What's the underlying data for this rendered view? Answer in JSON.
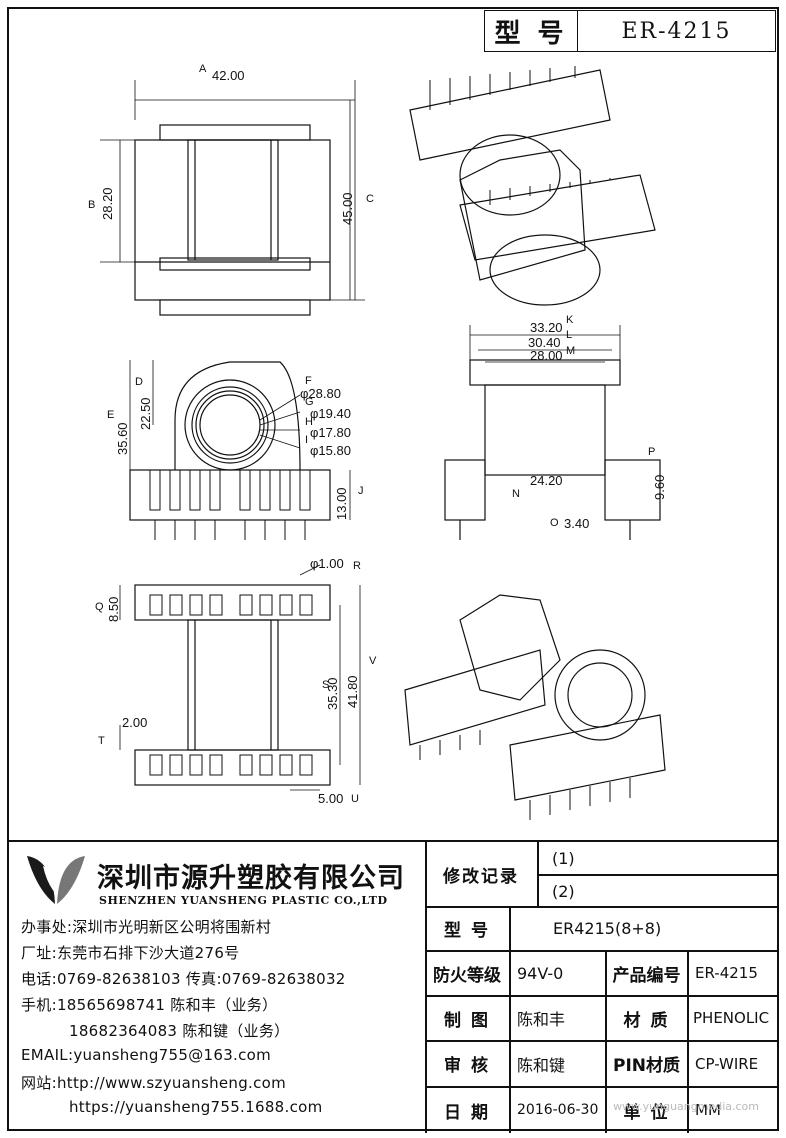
{
  "title_block": {
    "label": "型 号",
    "model": "ER-4215"
  },
  "dimensions": {
    "A": {
      "circle": "A",
      "value": "42.00"
    },
    "B": {
      "circle": "B",
      "value": "28.20"
    },
    "C": {
      "circle": "C",
      "value": "45.00"
    },
    "D": {
      "circle": "D",
      "value": "22.50"
    },
    "E": {
      "circle": "E",
      "value": "35.60"
    },
    "F": {
      "circle": "F",
      "value": "φ28.80"
    },
    "G": {
      "circle": "G",
      "value": "φ19.40"
    },
    "H": {
      "circle": "H",
      "value": "φ17.80"
    },
    "I": {
      "circle": "I",
      "value": "φ15.80"
    },
    "J": {
      "circle": "J",
      "value": "13.00"
    },
    "K": {
      "circle": "K",
      "value": "33.20"
    },
    "L": {
      "circle": "L",
      "value": "30.40"
    },
    "M": {
      "circle": "M",
      "value": "28.00"
    },
    "N": {
      "circle": "N",
      "value": "24.20"
    },
    "O": {
      "circle": "O",
      "value": "3.40"
    },
    "P": {
      "circle": "P",
      "value": "9.60"
    },
    "Q": {
      "circle": "Q",
      "value": "8.50"
    },
    "R": {
      "circle": "R",
      "value": "φ1.00"
    },
    "S": {
      "circle": "S",
      "value": "35.30"
    },
    "T": {
      "circle": "T",
      "value": "2.00"
    },
    "U": {
      "circle": "U",
      "value": "5.00"
    },
    "V": {
      "circle": "V",
      "value": "41.80"
    }
  },
  "company": {
    "cn_name": "深圳市源升塑胶有限公司",
    "en_name": "SHENZHEN YUANSHENG PLASTIC CO.,LTD",
    "office": "办事处:深圳市光明新区公明将围新村",
    "factory": "厂址:东莞市石排下沙大道276号",
    "phone": "电话:0769-82638103 传真:0769-82638032",
    "mobile1": "手机:18565698741 陈和丰（业务）",
    "mobile2": "18682364083 陈和键（业务）",
    "email": "EMAIL:yuansheng755@163.com",
    "web1": "网站:http://www.szyuansheng.com",
    "web2": "https://yuansheng755.1688.com"
  },
  "table": {
    "revision_label": "修改记录",
    "rev1": "(1)",
    "rev2": "(2)",
    "model_label": "型 号",
    "model_value": "ER4215(8+8)",
    "fire_label": "防火等级",
    "fire_value": "94V-0",
    "product_no_label": "产品编号",
    "product_no_value": "ER-4215",
    "drawn_label": "制 图",
    "drawn_value": "陈和丰",
    "material_label": "材 质",
    "material_value": "PHENOLIC",
    "review_label": "审 核",
    "review_value": "陈和键",
    "pin_material_label": "PIN材质",
    "pin_material_value": "CP-WIRE",
    "date_label": "日 期",
    "date_value": "2016-06-30",
    "unit_label": "单 位",
    "unit_value": "MM",
    "watermark": "www.yunguangmedia.com"
  }
}
